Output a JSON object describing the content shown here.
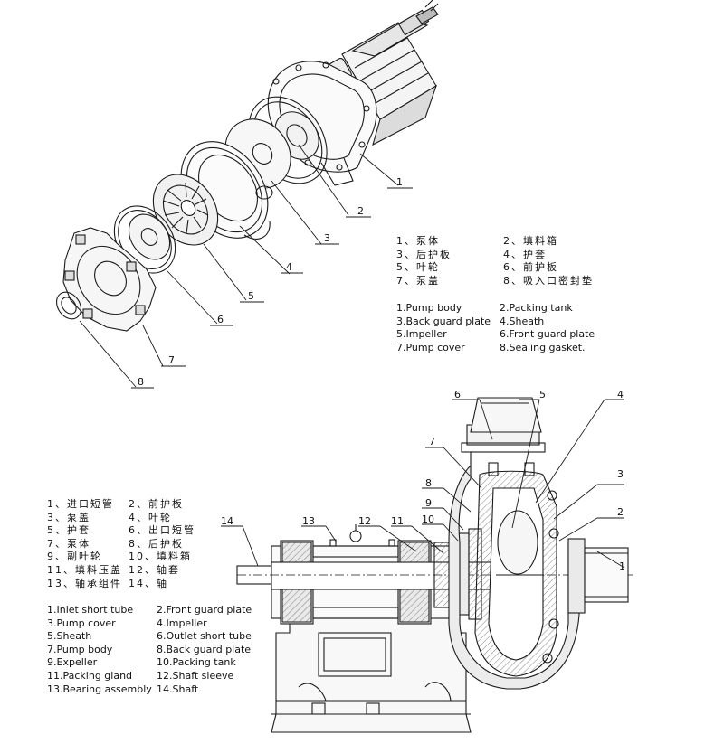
{
  "callouts_exploded": [
    "1",
    "2",
    "3",
    "4",
    "5",
    "6",
    "7",
    "8"
  ],
  "callouts_section": [
    "1",
    "2",
    "3",
    "4",
    "5",
    "6",
    "7",
    "8",
    "9",
    "10",
    "11",
    "12",
    "13",
    "14"
  ],
  "legend_top_cn": [
    [
      "1、泵体",
      "2、填料箱"
    ],
    [
      "3、后护板",
      "4、护套"
    ],
    [
      "5、叶轮",
      "6、前护板"
    ],
    [
      "7、泵盖",
      "8、吸入口密封垫"
    ]
  ],
  "legend_top_en": [
    [
      "1.Pump body",
      "2.Packing tank"
    ],
    [
      "3.Back guard plate",
      "4.Sheath"
    ],
    [
      "5.Impeller",
      "6.Front guard plate"
    ],
    [
      "7.Pump cover",
      "8.Sealing gasket."
    ]
  ],
  "legend_bottom_cn": [
    [
      "1、进口短管",
      "2、前护板"
    ],
    [
      "3、泵盖",
      "4、叶轮"
    ],
    [
      "5、护套",
      "6、出口短管"
    ],
    [
      "7、泵体",
      "8、后护板"
    ],
    [
      "9、副叶轮",
      "10、填料箱"
    ],
    [
      "11、填料压盖",
      "12、轴套"
    ],
    [
      "13、轴承组件",
      "14、轴"
    ]
  ],
  "legend_bottom_en": [
    [
      "1.Inlet short tube",
      "2.Front guard plate"
    ],
    [
      "3.Pump cover",
      "4.Impeller"
    ],
    [
      "5.Sheath",
      "6.Outlet short tube"
    ],
    [
      "7.Pump body",
      "8.Back guard plate"
    ],
    [
      "9.Expeller",
      "10.Packing tank"
    ],
    [
      "11.Packing gland",
      "12.Shaft sleeve"
    ],
    [
      "13.Bearing assembly",
      "14.Shaft"
    ]
  ]
}
